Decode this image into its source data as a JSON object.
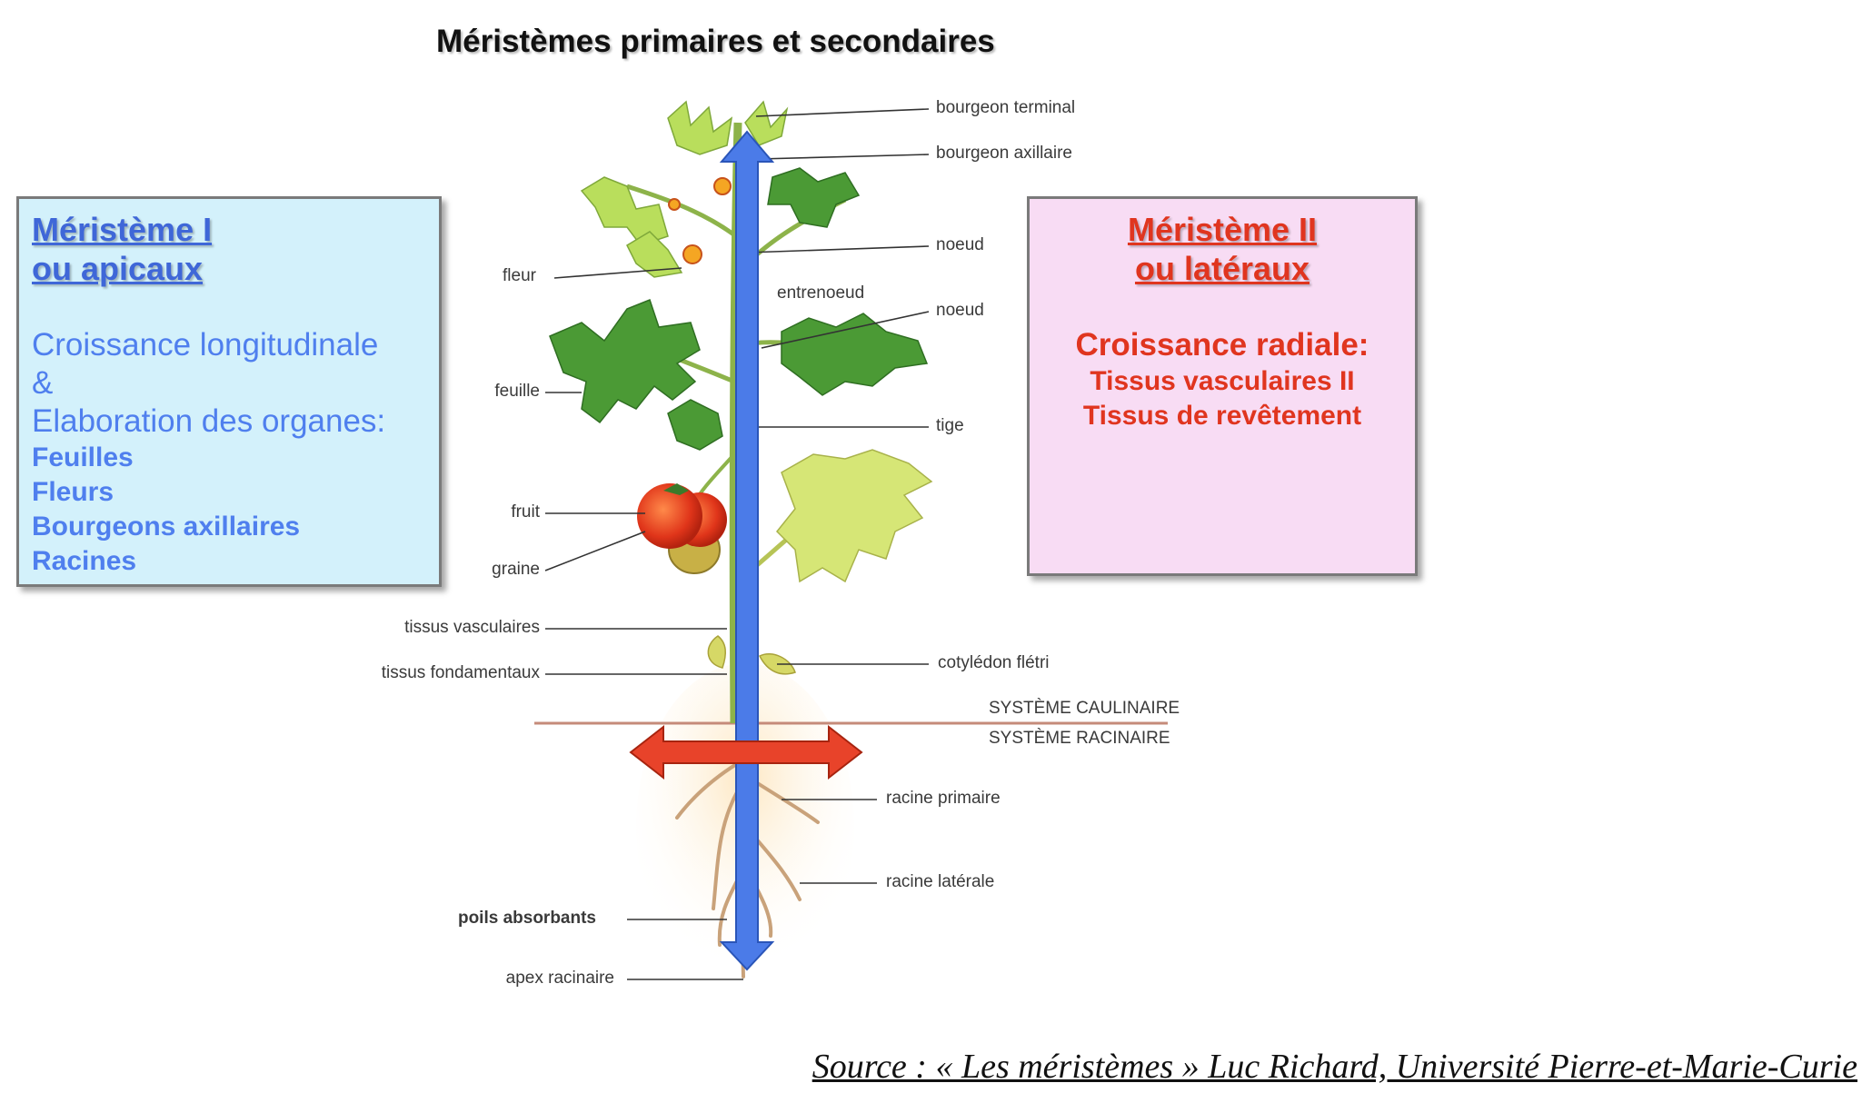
{
  "title": "Méristèmes primaires et secondaires",
  "left_box": {
    "heading_line1": "Méristème I",
    "heading_line2": "ou apicaux",
    "line1": "Croissance longitudinale",
    "line2": "&",
    "line3": "Elaboration des organes:",
    "items": [
      "Feuilles",
      "Fleurs",
      "Bourgeons axillaires",
      "Racines"
    ]
  },
  "right_box": {
    "heading_line1": "Méristème II",
    "heading_line2": "ou latéraux",
    "line1": "Croissance radiale:",
    "line2": "Tissus vasculaires II",
    "line3": "Tissus de revêtement"
  },
  "plant_labels": {
    "bourgeon_terminal": "bourgeon terminal",
    "bourgeon_axillaire": "bourgeon axillaire",
    "noeud_1": "noeud",
    "entrenoeud": "entrenoeud",
    "noeud_2": "noeud",
    "tige": "tige",
    "fleur": "fleur",
    "feuille": "feuille",
    "fruit": "fruit",
    "graine": "graine",
    "tissus_vasculaires": "tissus vasculaires",
    "tissus_fondamentaux": "tissus fondamentaux",
    "cotyledon": "cotylédon flétri",
    "systeme_caulinaire": "SYSTÈME CAULINAIRE",
    "systeme_racinaire": "SYSTÈME RACINAIRE",
    "racine_primaire": "racine primaire",
    "racine_laterale": "racine latérale",
    "poils_absorbants": "poils absorbants",
    "apex_racinaire": "apex racinaire"
  },
  "arrow_colors": {
    "vertical": "#4b7be8",
    "horizontal": "#e8432a"
  },
  "source": "Source : « Les méristèmes » Luc Richard, Université Pierre-et-Marie-Curie"
}
